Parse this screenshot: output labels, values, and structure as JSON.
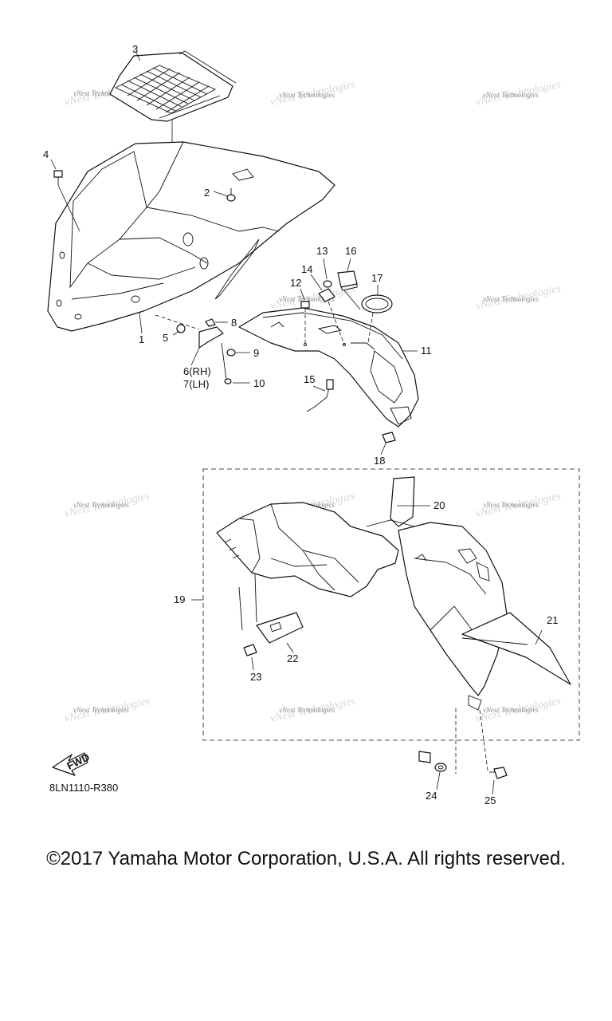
{
  "diagram": {
    "callouts": [
      "1",
      "2",
      "3",
      "4",
      "5",
      "6(RH)",
      "7(LH)",
      "8",
      "9",
      "10",
      "11",
      "12",
      "13",
      "14",
      "15",
      "16",
      "17",
      "18",
      "19",
      "20",
      "21",
      "22",
      "23",
      "24",
      "25"
    ],
    "fwd_label": "FWD",
    "code": "8LN1110-R380",
    "watermark": "vNext Technologies"
  },
  "footer": {
    "copyright": "©2017 Yamaha Motor Corporation, U.S.A. All rights reserved."
  }
}
